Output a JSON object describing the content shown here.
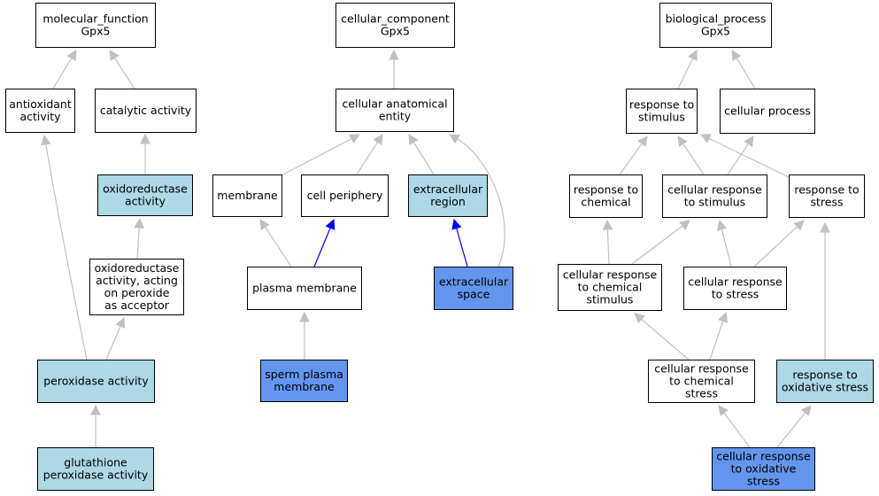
{
  "colors": {
    "plain": "#ffffff",
    "light": "#add8e6",
    "dark": "#6495ed",
    "edge_gray": "#c0c0c0",
    "edge_blue": "#0000ee"
  },
  "nodes": [
    {
      "id": "mf",
      "lines": [
        "molecular_function",
        "Gpx5"
      ],
      "fill": "plain"
    },
    {
      "id": "antioxidant",
      "lines": [
        "antioxidant",
        "activity"
      ],
      "fill": "plain"
    },
    {
      "id": "catalytic",
      "lines": [
        "catalytic activity"
      ],
      "fill": "plain"
    },
    {
      "id": "oxido",
      "lines": [
        "oxidoreductase",
        "activity"
      ],
      "fill": "light"
    },
    {
      "id": "oxido_peroxide",
      "lines": [
        "oxidoreductase",
        "activity, acting",
        "on peroxide",
        "as acceptor"
      ],
      "fill": "plain"
    },
    {
      "id": "peroxidase",
      "lines": [
        "peroxidase activity"
      ],
      "fill": "light"
    },
    {
      "id": "glutathione",
      "lines": [
        "glutathione",
        "peroxidase activity"
      ],
      "fill": "light"
    },
    {
      "id": "cc",
      "lines": [
        "cellular_component",
        "Gpx5"
      ],
      "fill": "plain"
    },
    {
      "id": "anatomical",
      "lines": [
        "cellular anatomical",
        "entity"
      ],
      "fill": "plain"
    },
    {
      "id": "membrane",
      "lines": [
        "membrane"
      ],
      "fill": "plain"
    },
    {
      "id": "periphery",
      "lines": [
        "cell periphery"
      ],
      "fill": "plain"
    },
    {
      "id": "extra_region",
      "lines": [
        "extracellular",
        "region"
      ],
      "fill": "light"
    },
    {
      "id": "plasma_membrane",
      "lines": [
        "plasma membrane"
      ],
      "fill": "plain"
    },
    {
      "id": "extra_space",
      "lines": [
        "extracellular",
        "space"
      ],
      "fill": "dark"
    },
    {
      "id": "sperm",
      "lines": [
        "sperm plasma",
        "membrane"
      ],
      "fill": "dark"
    },
    {
      "id": "bp",
      "lines": [
        "biological_process",
        "Gpx5"
      ],
      "fill": "plain"
    },
    {
      "id": "resp_stimulus",
      "lines": [
        "response to",
        "stimulus"
      ],
      "fill": "plain"
    },
    {
      "id": "cell_process",
      "lines": [
        "cellular process"
      ],
      "fill": "plain"
    },
    {
      "id": "resp_chemical",
      "lines": [
        "response to",
        "chemical"
      ],
      "fill": "plain"
    },
    {
      "id": "cell_resp_stimulus",
      "lines": [
        "cellular response",
        "to stimulus"
      ],
      "fill": "plain"
    },
    {
      "id": "resp_stress",
      "lines": [
        "response to",
        "stress"
      ],
      "fill": "plain"
    },
    {
      "id": "cell_resp_chem_stim",
      "lines": [
        "cellular response",
        "to chemical",
        "stimulus"
      ],
      "fill": "plain"
    },
    {
      "id": "cell_resp_stress",
      "lines": [
        "cellular response",
        "to stress"
      ],
      "fill": "plain"
    },
    {
      "id": "cell_resp_chem_stress",
      "lines": [
        "cellular response",
        "to chemical",
        "stress"
      ],
      "fill": "plain"
    },
    {
      "id": "resp_oxidative",
      "lines": [
        "response to",
        "oxidative stress"
      ],
      "fill": "light"
    },
    {
      "id": "cell_resp_oxidative",
      "lines": [
        "cellular response",
        "to oxidative",
        "stress"
      ],
      "fill": "dark"
    }
  ],
  "edges": [
    {
      "from": "antioxidant",
      "to": "mf",
      "color": "edge_gray"
    },
    {
      "from": "catalytic",
      "to": "mf",
      "color": "edge_gray"
    },
    {
      "from": "oxido",
      "to": "catalytic",
      "color": "edge_gray"
    },
    {
      "from": "oxido_peroxide",
      "to": "oxido",
      "color": "edge_gray"
    },
    {
      "from": "peroxidase",
      "to": "oxido_peroxide",
      "color": "edge_gray"
    },
    {
      "from": "peroxidase",
      "to": "antioxidant",
      "color": "edge_gray"
    },
    {
      "from": "glutathione",
      "to": "peroxidase",
      "color": "edge_gray"
    },
    {
      "from": "anatomical",
      "to": "cc",
      "color": "edge_gray"
    },
    {
      "from": "membrane",
      "to": "anatomical",
      "color": "edge_gray"
    },
    {
      "from": "periphery",
      "to": "anatomical",
      "color": "edge_gray"
    },
    {
      "from": "extra_region",
      "to": "anatomical",
      "color": "edge_gray"
    },
    {
      "from": "extra_space",
      "to": "anatomical",
      "color": "edge_gray"
    },
    {
      "from": "plasma_membrane",
      "to": "membrane",
      "color": "edge_gray"
    },
    {
      "from": "plasma_membrane",
      "to": "periphery",
      "color": "edge_blue"
    },
    {
      "from": "extra_space",
      "to": "extra_region",
      "color": "edge_blue"
    },
    {
      "from": "sperm",
      "to": "plasma_membrane",
      "color": "edge_gray"
    },
    {
      "from": "resp_stimulus",
      "to": "bp",
      "color": "edge_gray"
    },
    {
      "from": "cell_process",
      "to": "bp",
      "color": "edge_gray"
    },
    {
      "from": "resp_chemical",
      "to": "resp_stimulus",
      "color": "edge_gray"
    },
    {
      "from": "cell_resp_stimulus",
      "to": "resp_stimulus",
      "color": "edge_gray"
    },
    {
      "from": "cell_resp_stimulus",
      "to": "cell_process",
      "color": "edge_gray"
    },
    {
      "from": "resp_stress",
      "to": "resp_stimulus",
      "color": "edge_gray"
    },
    {
      "from": "cell_resp_chem_stim",
      "to": "resp_chemical",
      "color": "edge_gray"
    },
    {
      "from": "cell_resp_chem_stim",
      "to": "cell_resp_stimulus",
      "color": "edge_gray"
    },
    {
      "from": "cell_resp_stress",
      "to": "cell_resp_stimulus",
      "color": "edge_gray"
    },
    {
      "from": "cell_resp_stress",
      "to": "resp_stress",
      "color": "edge_gray"
    },
    {
      "from": "cell_resp_chem_stress",
      "to": "cell_resp_chem_stim",
      "color": "edge_gray"
    },
    {
      "from": "cell_resp_chem_stress",
      "to": "cell_resp_stress",
      "color": "edge_gray"
    },
    {
      "from": "resp_oxidative",
      "to": "resp_stress",
      "color": "edge_gray"
    },
    {
      "from": "cell_resp_oxidative",
      "to": "cell_resp_chem_stress",
      "color": "edge_gray"
    },
    {
      "from": "cell_resp_oxidative",
      "to": "resp_oxidative",
      "color": "edge_gray"
    }
  ]
}
